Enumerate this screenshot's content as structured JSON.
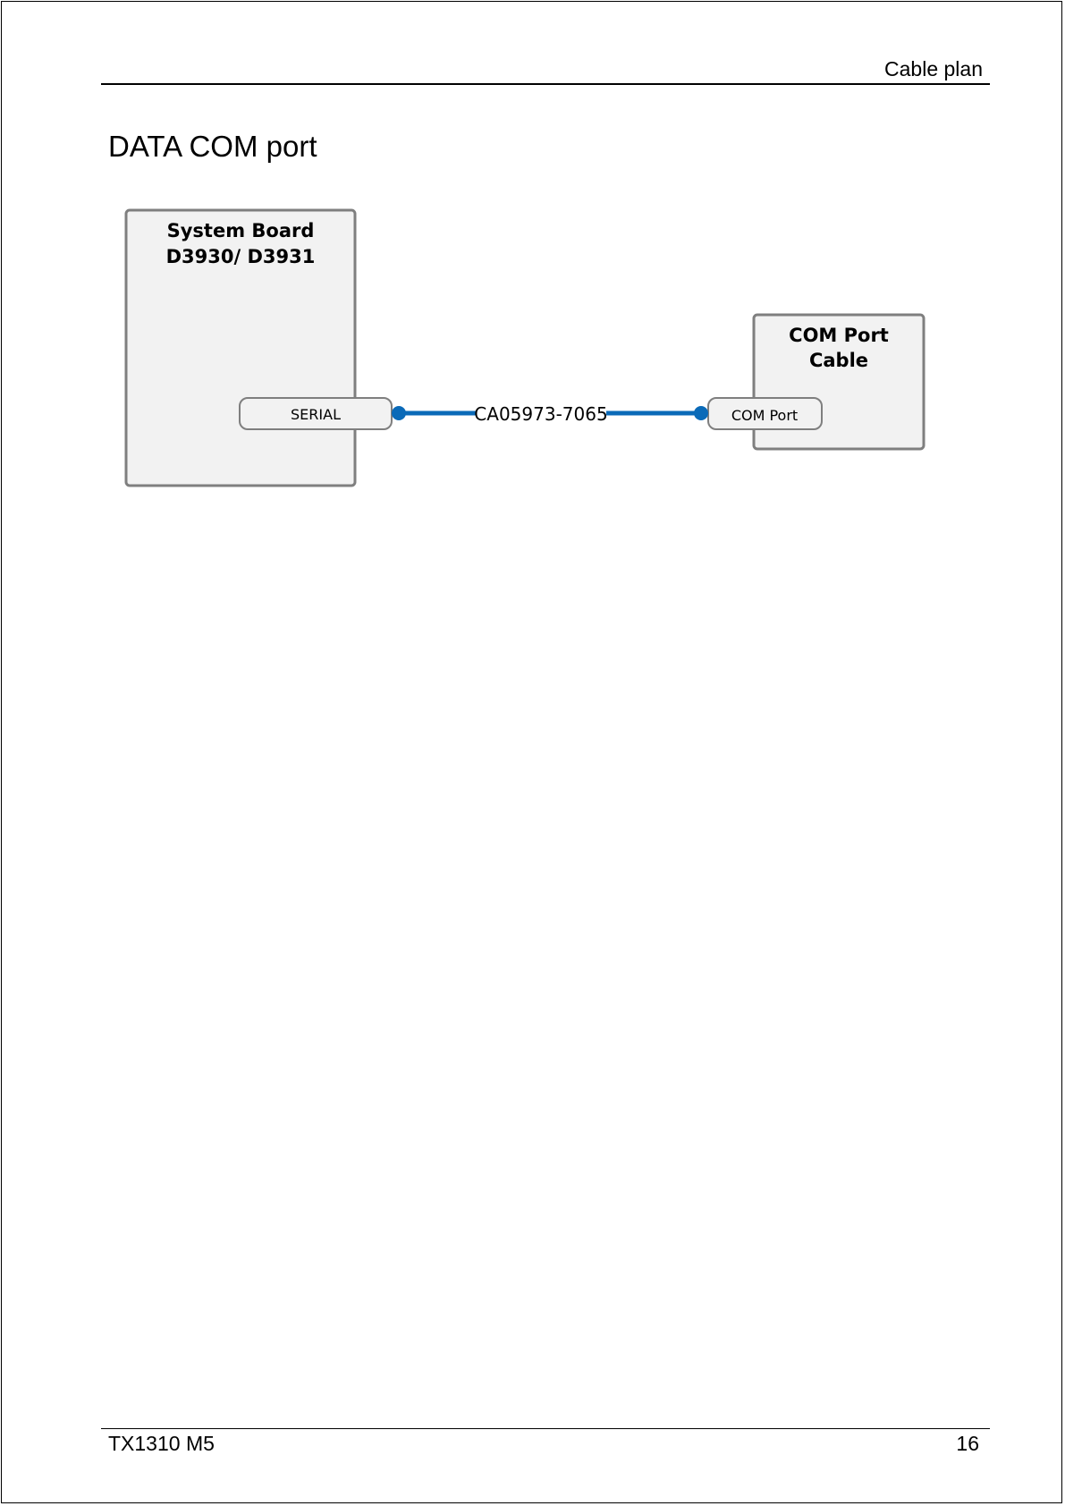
{
  "header": {
    "title": "Cable plan"
  },
  "section": {
    "heading": "DATA COM port"
  },
  "diagram": {
    "system_board": {
      "title_line1": "System Board",
      "title_line2": "D3930/ D3931",
      "connector_label": "SERIAL"
    },
    "com_port_cable": {
      "title_line1": "COM Port",
      "title_line2": "Cable",
      "connector_label": "COM Port"
    },
    "cable": {
      "part_number": "CA05973-7065",
      "color": "#0a6ab8"
    },
    "colors": {
      "box_fill": "#f2f2f2",
      "box_border": "#7f7f7f"
    }
  },
  "footer": {
    "model": "TX1310 M5",
    "page_number": "16"
  }
}
